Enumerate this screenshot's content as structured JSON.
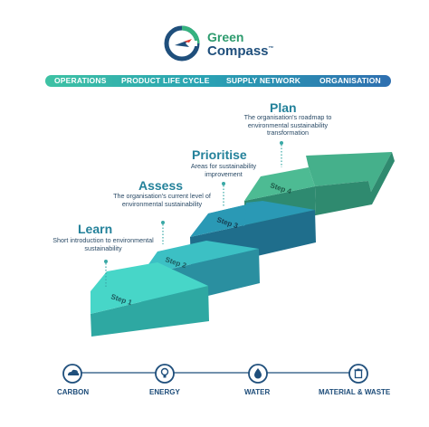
{
  "brand": {
    "name_line1": "Green",
    "name_line2": "Compass",
    "trademark": "™"
  },
  "categories": [
    "OPERATIONS",
    "PRODUCT LIFE CYCLE",
    "SUPPLY NETWORK",
    "ORGANISATION"
  ],
  "stages": [
    {
      "title": "Learn",
      "description": "Short introduction to environmental sustainability",
      "step_label": "Step 1"
    },
    {
      "title": "Assess",
      "description": "The organisation's current level of environmental sustainability",
      "step_label": "Step 2"
    },
    {
      "title": "Prioritise",
      "description": "Areas for sustainability improvement",
      "step_label": "Step 3"
    },
    {
      "title": "Plan",
      "description": "The organisation's roadmap to environmental sustainability transformation",
      "step_label": "Step 4"
    }
  ],
  "impact_areas": [
    {
      "label": "CARBON",
      "icon": "carbon-icon"
    },
    {
      "label": "ENERGY",
      "icon": "energy-icon"
    },
    {
      "label": "WATER",
      "icon": "water-icon"
    },
    {
      "label": "MATERIAL & WASTE",
      "icon": "material-waste-icon"
    }
  ],
  "colors": {
    "navy": "#1f4f7c",
    "teal_text": "#23819a",
    "step1": "#3fd0c4",
    "step2": "#34bcc4",
    "step3": "#2792ae",
    "step4": "#3aa883"
  }
}
